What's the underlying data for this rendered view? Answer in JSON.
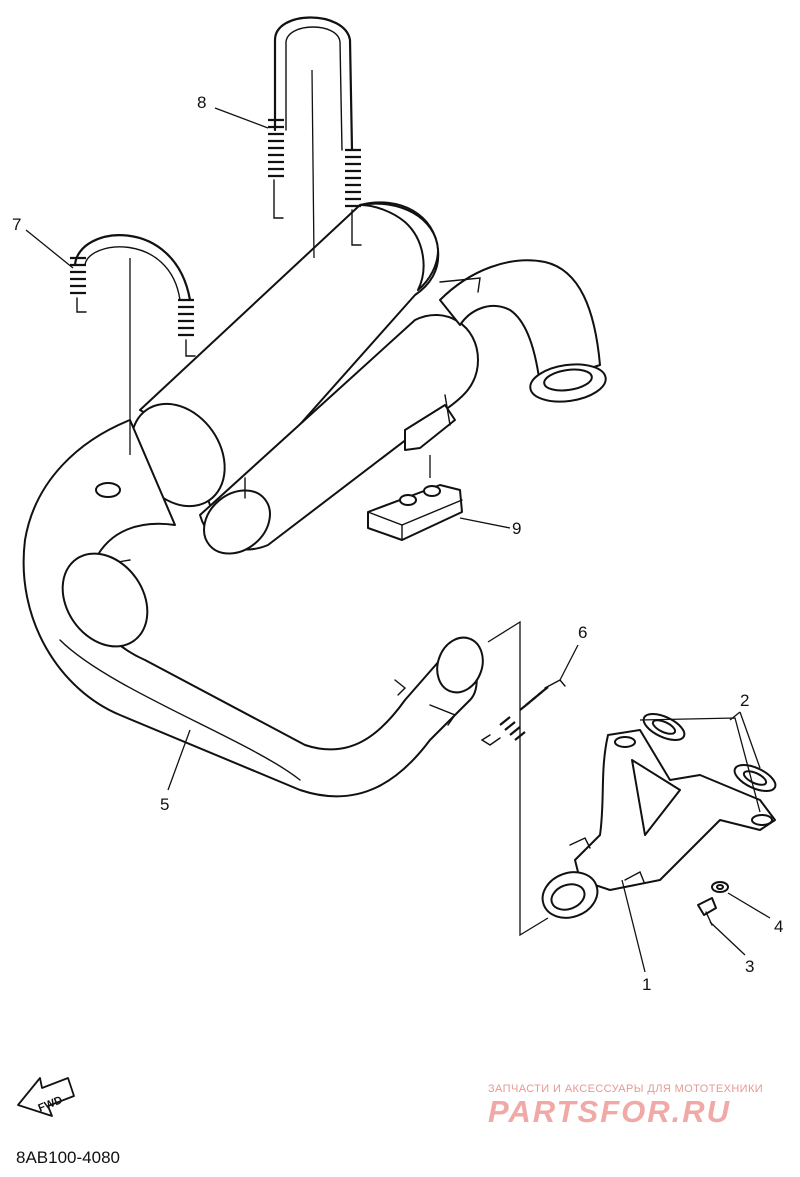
{
  "diagram": {
    "callouts": [
      {
        "id": "1",
        "label": "1"
      },
      {
        "id": "2",
        "label": "2"
      },
      {
        "id": "3",
        "label": "3"
      },
      {
        "id": "4",
        "label": "4"
      },
      {
        "id": "5",
        "label": "5"
      },
      {
        "id": "6",
        "label": "6"
      },
      {
        "id": "7",
        "label": "7"
      },
      {
        "id": "8",
        "label": "8"
      },
      {
        "id": "9",
        "label": "9"
      }
    ],
    "direction_arrow_label": "FWD",
    "drawing_number": "8AB100-4080"
  },
  "watermark": {
    "tagline": "ЗАПЧАСТИ И АКСЕССУАРЫ ДЛЯ МОТОТЕХНИКИ",
    "logo": "PARTSFOR.RU",
    "color": "#f0a9a6"
  }
}
